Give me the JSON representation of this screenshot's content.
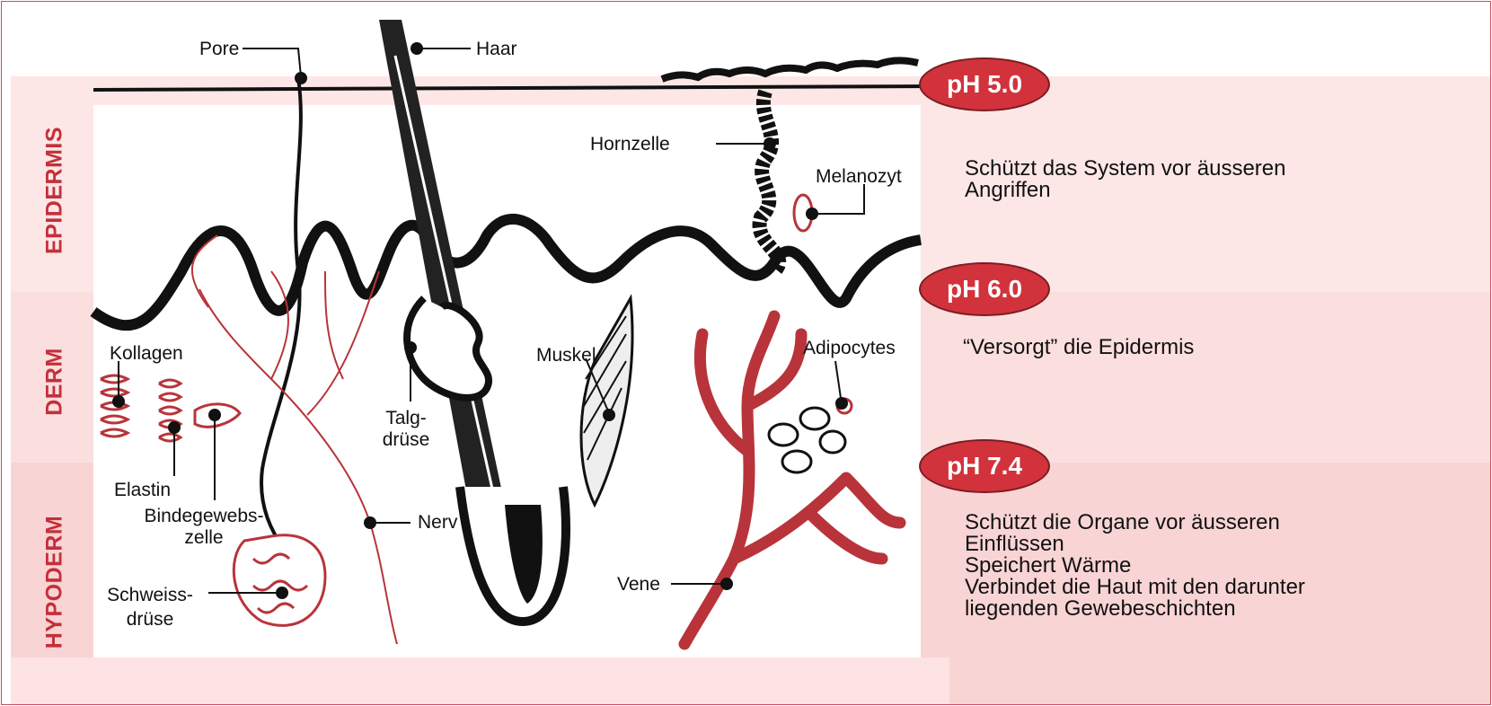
{
  "layers": {
    "epidermis": "EPIDERMIS",
    "derm": "DERM",
    "hypoderm": "HYPODERM"
  },
  "ph": {
    "top": "pH 5.0",
    "middle": "pH 6.0",
    "bottom": "pH 7.4"
  },
  "descriptions": {
    "epidermis": [
      "Schützt das System vor äusseren",
      "Angriffen"
    ],
    "derm": "“Versorgt” die Epidermis",
    "hypoderm": [
      "Schützt die Organe vor äusseren",
      "Einflüssen",
      "Speichert Wärme",
      "Verbindet die Haut mit den darunter",
      "liegenden Gewebeschichten"
    ]
  },
  "labels": {
    "pore": "Pore",
    "haar": "Haar",
    "hornzelle": "Hornzelle",
    "melanozyt": "Melanozyt",
    "kollagen": "Kollagen",
    "talgdruese": [
      "Talg-",
      "drüse"
    ],
    "muskel": "Muskel",
    "adipocytes": "Adipocytes",
    "elastin": "Elastin",
    "bindegewebszelle": [
      "Bindegewebs-",
      "zelle"
    ],
    "nerv": "Nerv",
    "schweissdruese": [
      "Schweiss-",
      "drüse"
    ],
    "vene": "Vene"
  },
  "colors": {
    "accent_red": "#d2323c",
    "band_pink": "#fbe3e3",
    "band_pink_dark": "#f9d4d4",
    "tissue_red": "#b8343a"
  }
}
